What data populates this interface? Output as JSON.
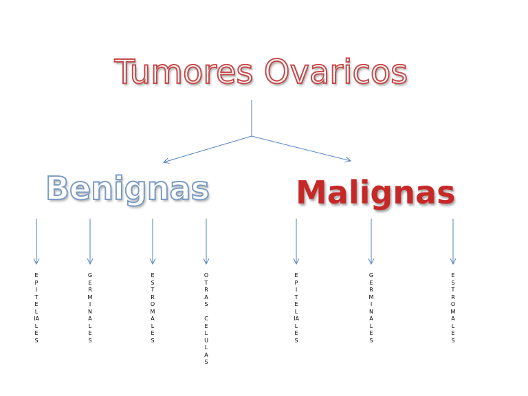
{
  "diagram": {
    "title": "Tumores Ovaricos",
    "branches": [
      {
        "heading": "Benignas",
        "items": [
          "E\nP\nI\nT\nE\nL\nIA\nL\nE\nS",
          "G\nE\nR\nM\nI\nN\nA\nL\nE\nS",
          "E\nS\nT\nR\nO\nM\nA\nL\nE\nS",
          "O\nT\nR\nA\nS\n\nC\nE\nL\nU\nL\nA\nS"
        ]
      },
      {
        "heading": "Malignas",
        "items": [
          "E\nP\nI\nT\nE\nL\nIA\nL\nE\nS",
          "G\nE\nR\nM\nI\nN\nA\nL\nE\nS",
          "E\nS\nT\nR\nO\nM\nA\nL\nE\nS"
        ]
      }
    ],
    "colors": {
      "title_outline": "#c44a4a",
      "benign_outline": "#7b9cc4",
      "malign_fill": "#c62828",
      "connector": "#4f81bd"
    }
  }
}
